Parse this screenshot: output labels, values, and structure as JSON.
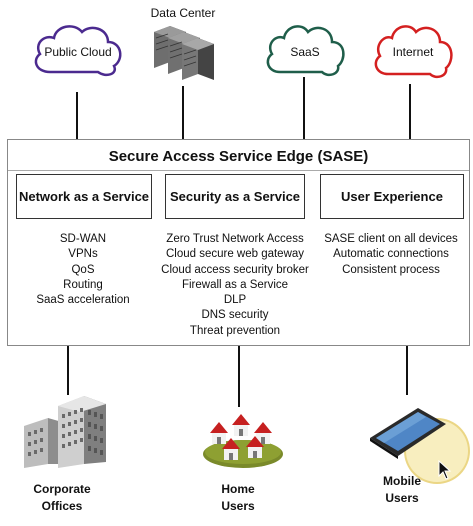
{
  "top": {
    "public_cloud": "Public Cloud",
    "data_center": "Data Center",
    "saas": "SaaS",
    "internet": "Internet"
  },
  "sase": {
    "title": "Secure Access Service Edge (SASE)",
    "columns": [
      {
        "heading": "Network as a Service",
        "items": [
          "SD-WAN",
          "VPNs",
          "QoS",
          "Routing",
          "SaaS acceleration"
        ]
      },
      {
        "heading": "Security as a Service",
        "items": [
          "Zero Trust Network Access",
          "Cloud secure web gateway",
          "Cloud access security broker",
          "Firewall as a Service",
          "DLP",
          "DNS security",
          "Threat prevention"
        ]
      },
      {
        "heading": "User Experience",
        "items": [
          "SASE client on all devices",
          "Automatic connections",
          "Consistent process"
        ]
      }
    ]
  },
  "bottom": {
    "corporate": [
      "Corporate",
      "Offices"
    ],
    "home": [
      "Home",
      "Users"
    ],
    "mobile": [
      "Mobile",
      "Users"
    ]
  },
  "colors": {
    "public_cloud": "#4b2a8f",
    "saas": "#1f5e4a",
    "internet": "#d42020",
    "highlight": "#f3e08a"
  }
}
